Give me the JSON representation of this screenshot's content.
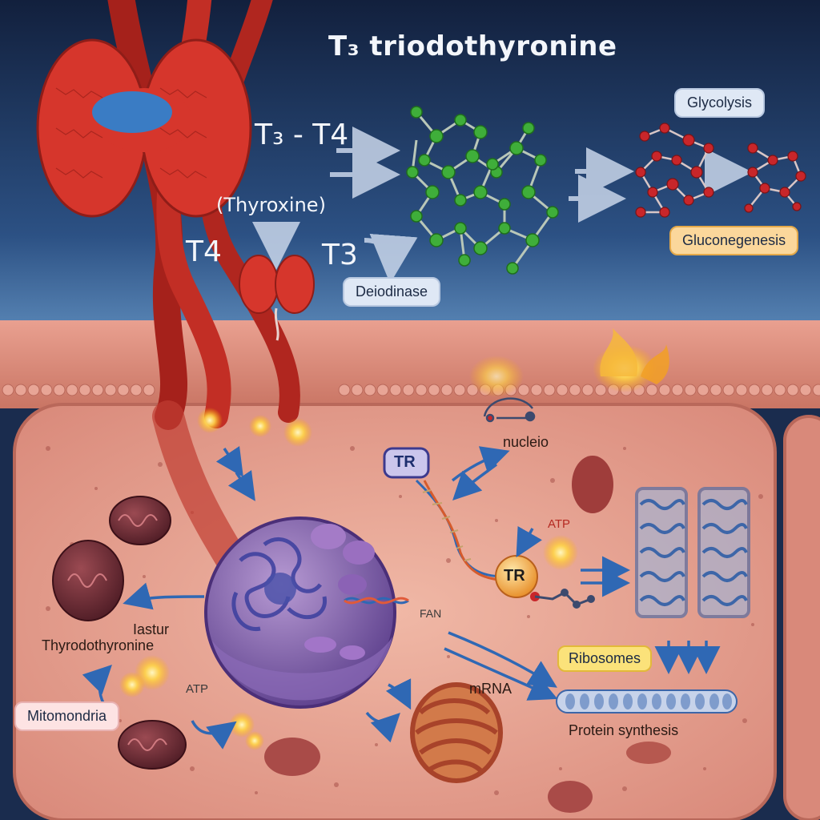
{
  "title": "T₃ triodothyronine",
  "labels": {
    "t3_t4": "T₃ - T4",
    "thyroxine": "(Thyroxine)",
    "t4": "T4",
    "t3": "T3",
    "deiodinase": "Deiodinase",
    "glycolysis": "Glycolysis",
    "gluconeogenesis": "Gluconegenesis",
    "nucleio": "nucleio",
    "tr_top": "TR",
    "tr_mid": "TR",
    "atp_top": "ATP",
    "fan": "FAN",
    "iastur": "Iastur",
    "thyrodothyronine": "Thyrodothyronine",
    "atp_left": "ATP",
    "mitomondria": "Mitomondria",
    "ribosomes": "Ribosomes",
    "mrna": "mRNA",
    "protein_synthesis": "Protein synthesis"
  },
  "colors": {
    "sky_top": "#13213f",
    "sky_bottom": "#3c6aa0",
    "membrane": "#d98a7a",
    "cell_interior": "#e7a896",
    "thyroid": "#d9362c",
    "vessel": "#b92a22",
    "nucleus": "#7a5aa6",
    "green_molecule": "#3fae3a",
    "red_molecule": "#c8262a",
    "arrow": "#2f68b4"
  }
}
